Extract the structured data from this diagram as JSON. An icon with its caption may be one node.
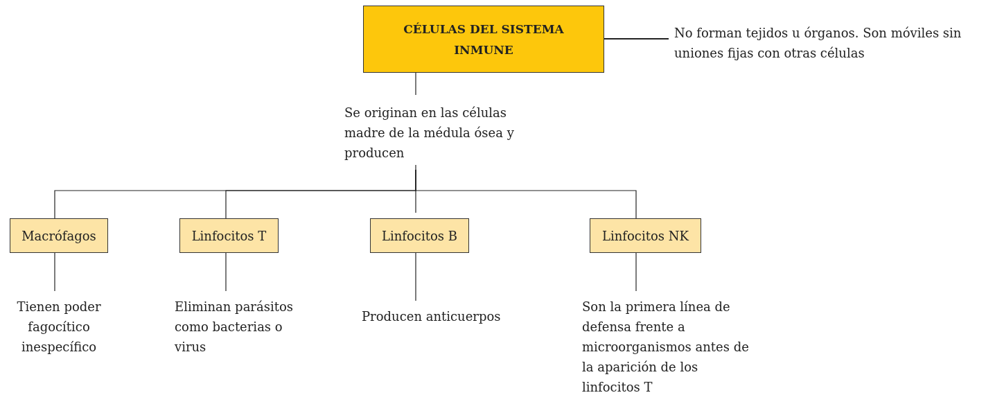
{
  "diagram": {
    "nodes": [
      {
        "text": [
          "CÉLULAS DEL SISTEMA INMUNE"
        ]
      },
      {
        "text": [
          "No forman tejidos u órganos. Son móviles sin uniones fijas con otras células"
        ]
      },
      {
        "text": [
          "Se originan en las células madre de la médula ósea y producen"
        ]
      },
      {
        "text": [
          "Macrófagos"
        ]
      },
      {
        "text": [
          "Linfocitos T"
        ]
      },
      {
        "text": [
          "Linfocitos B"
        ]
      },
      {
        "text": [
          "Linfocitos NK"
        ]
      },
      {
        "text": [
          "Tienen poder fagocítico inespecífico"
        ]
      },
      {
        "text": [
          "Eliminan parásitos como bacterias o virus"
        ]
      },
      {
        "text": [
          "Producen anticuerpos"
        ]
      },
      {
        "text": [
          "Son la primera línea de defensa frente a microorganismos antes de la aparición de los linfocitos T"
        ]
      }
    ],
    "edges": [
      {
        "from": 0,
        "to": 1,
        "arrow": "none"
      },
      {
        "from": 0,
        "to": 2,
        "arrow": "none"
      },
      {
        "from": 2,
        "to": 3,
        "arrow": "none"
      },
      {
        "from": 2,
        "to": 4,
        "arrow": "none"
      },
      {
        "from": 2,
        "to": 5,
        "arrow": "none"
      },
      {
        "from": 2,
        "to": 6,
        "arrow": "none"
      },
      {
        "from": 3,
        "to": 7,
        "arrow": "none"
      },
      {
        "from": 4,
        "to": 8,
        "arrow": "none"
      },
      {
        "from": 5,
        "to": 9,
        "arrow": "none"
      },
      {
        "from": 6,
        "to": 10,
        "arrow": "none"
      }
    ]
  }
}
